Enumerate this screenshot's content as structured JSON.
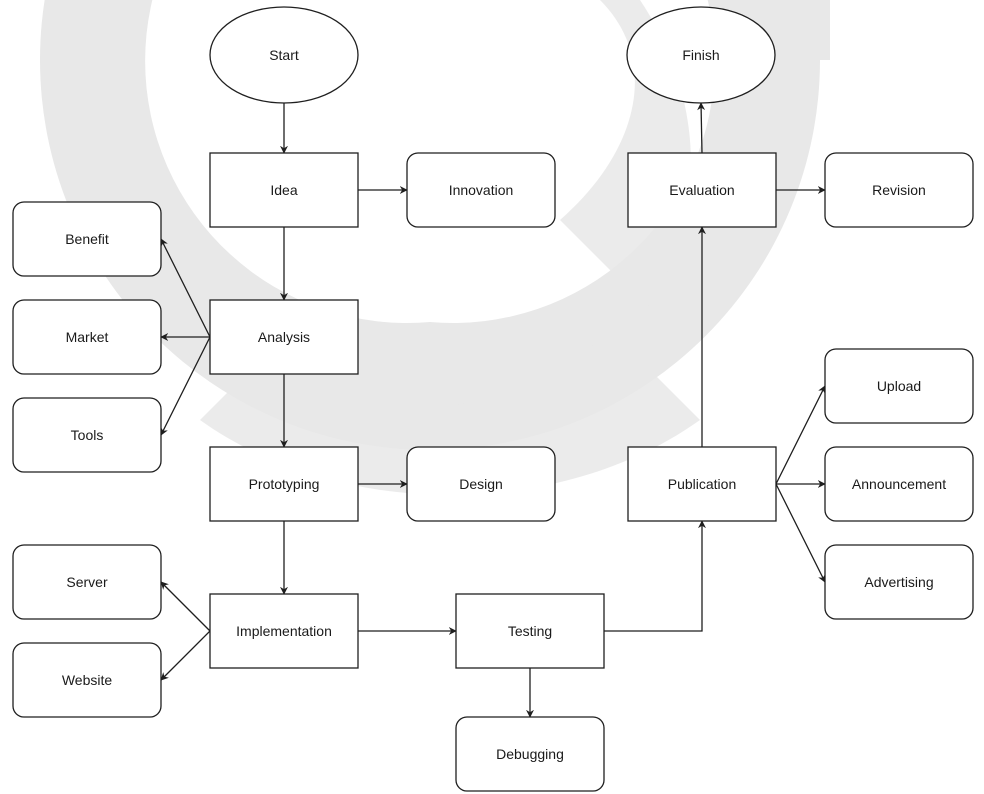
{
  "diagram": {
    "title": "",
    "colors": {
      "background": "#ffffff",
      "watermark": "#e8e8e8",
      "stroke": "#1f1f1f",
      "text": "#1a1a1a"
    },
    "nodes": [
      {
        "id": "start",
        "label": "Start",
        "shape": "ellipse"
      },
      {
        "id": "idea",
        "label": "Idea",
        "shape": "rect"
      },
      {
        "id": "innovation",
        "label": "Innovation",
        "shape": "rounded"
      },
      {
        "id": "analysis",
        "label": "Analysis",
        "shape": "rect"
      },
      {
        "id": "benefit",
        "label": "Benefit",
        "shape": "rounded"
      },
      {
        "id": "market",
        "label": "Market",
        "shape": "rounded"
      },
      {
        "id": "tools",
        "label": "Tools",
        "shape": "rounded"
      },
      {
        "id": "prototyping",
        "label": "Prototyping",
        "shape": "rect"
      },
      {
        "id": "design",
        "label": "Design",
        "shape": "rounded"
      },
      {
        "id": "implementation",
        "label": "Implementation",
        "shape": "rect"
      },
      {
        "id": "server",
        "label": "Server",
        "shape": "rounded"
      },
      {
        "id": "website",
        "label": "Website",
        "shape": "rounded"
      },
      {
        "id": "testing",
        "label": "Testing",
        "shape": "rect"
      },
      {
        "id": "debugging",
        "label": "Debugging",
        "shape": "rounded"
      },
      {
        "id": "publication",
        "label": "Publication",
        "shape": "rect"
      },
      {
        "id": "upload",
        "label": "Upload",
        "shape": "rounded"
      },
      {
        "id": "announcement",
        "label": "Announcement",
        "shape": "rounded"
      },
      {
        "id": "advertising",
        "label": "Advertising",
        "shape": "rounded"
      },
      {
        "id": "evaluation",
        "label": "Evaluation",
        "shape": "rect"
      },
      {
        "id": "revision",
        "label": "Revision",
        "shape": "rounded"
      },
      {
        "id": "finish",
        "label": "Finish",
        "shape": "ellipse"
      }
    ],
    "edges": [
      {
        "from": "start",
        "to": "idea"
      },
      {
        "from": "idea",
        "to": "innovation"
      },
      {
        "from": "idea",
        "to": "analysis"
      },
      {
        "from": "analysis",
        "to": "benefit"
      },
      {
        "from": "analysis",
        "to": "market"
      },
      {
        "from": "analysis",
        "to": "tools"
      },
      {
        "from": "analysis",
        "to": "prototyping"
      },
      {
        "from": "prototyping",
        "to": "design"
      },
      {
        "from": "prototyping",
        "to": "implementation"
      },
      {
        "from": "implementation",
        "to": "server"
      },
      {
        "from": "implementation",
        "to": "website"
      },
      {
        "from": "implementation",
        "to": "testing"
      },
      {
        "from": "testing",
        "to": "debugging"
      },
      {
        "from": "testing",
        "to": "publication"
      },
      {
        "from": "publication",
        "to": "upload"
      },
      {
        "from": "publication",
        "to": "announcement"
      },
      {
        "from": "publication",
        "to": "advertising"
      },
      {
        "from": "publication",
        "to": "evaluation"
      },
      {
        "from": "evaluation",
        "to": "revision"
      },
      {
        "from": "evaluation",
        "to": "finish"
      }
    ]
  }
}
